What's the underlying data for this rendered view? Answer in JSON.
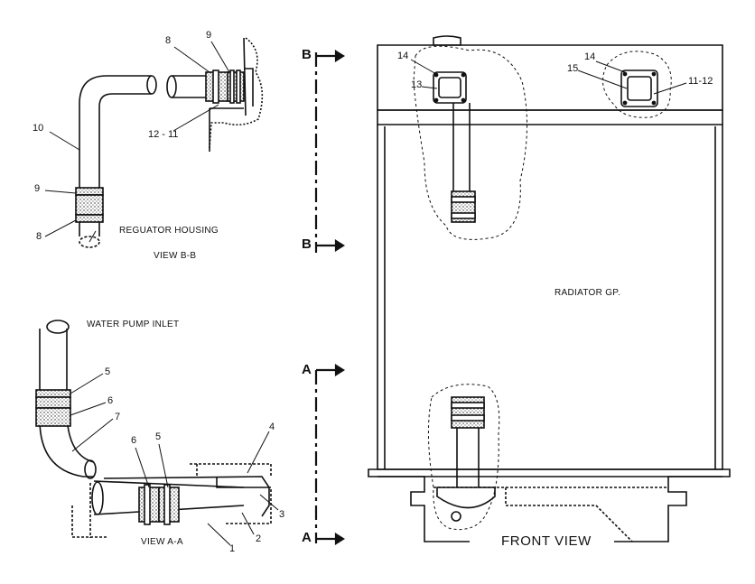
{
  "views": {
    "view_bb": "VIEW  B-B",
    "view_aa": "VIEW  A-A",
    "front": "FRONT  VIEW"
  },
  "labels": {
    "reguator_housing": "REGUATOR HOUSING",
    "water_pump_inlet": "WATER PUMP INLET",
    "radiator": "RADIATOR GP."
  },
  "section_marks": {
    "b_top": "B",
    "b_bottom": "B",
    "a_top": "A",
    "a_bottom": "A"
  },
  "callouts": {
    "bb_8_top": "8",
    "bb_9_top": "9",
    "bb_12_11": "12 - 11",
    "bb_10": "10",
    "bb_9": "9",
    "bb_8": "8",
    "aa_5_top": "5",
    "aa_6_top": "6",
    "aa_7": "7",
    "aa_6": "6",
    "aa_5": "5",
    "aa_4": "4",
    "aa_3": "3",
    "aa_2": "2",
    "aa_1": "1",
    "fv_14_left": "14",
    "fv_13": "13",
    "fv_14_right": "14",
    "fv_15": "15",
    "fv_11_12": "11-12"
  }
}
